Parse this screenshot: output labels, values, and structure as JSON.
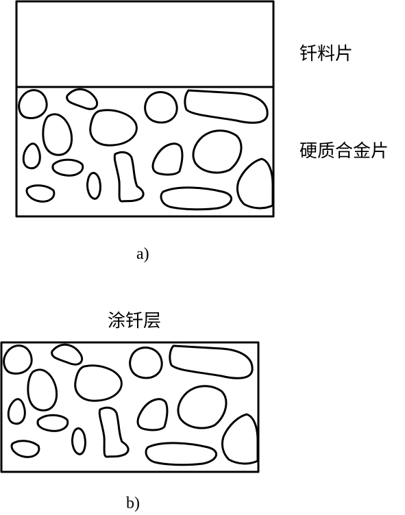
{
  "diagram_a": {
    "label_solder_sheet": "钎料片",
    "label_carbide_sheet": "硬质合金片",
    "caption": "a)"
  },
  "diagram_b": {
    "label_coating": "涂钎层",
    "caption": "b)"
  },
  "colors": {
    "stroke": "#000000",
    "background": "#ffffff"
  }
}
